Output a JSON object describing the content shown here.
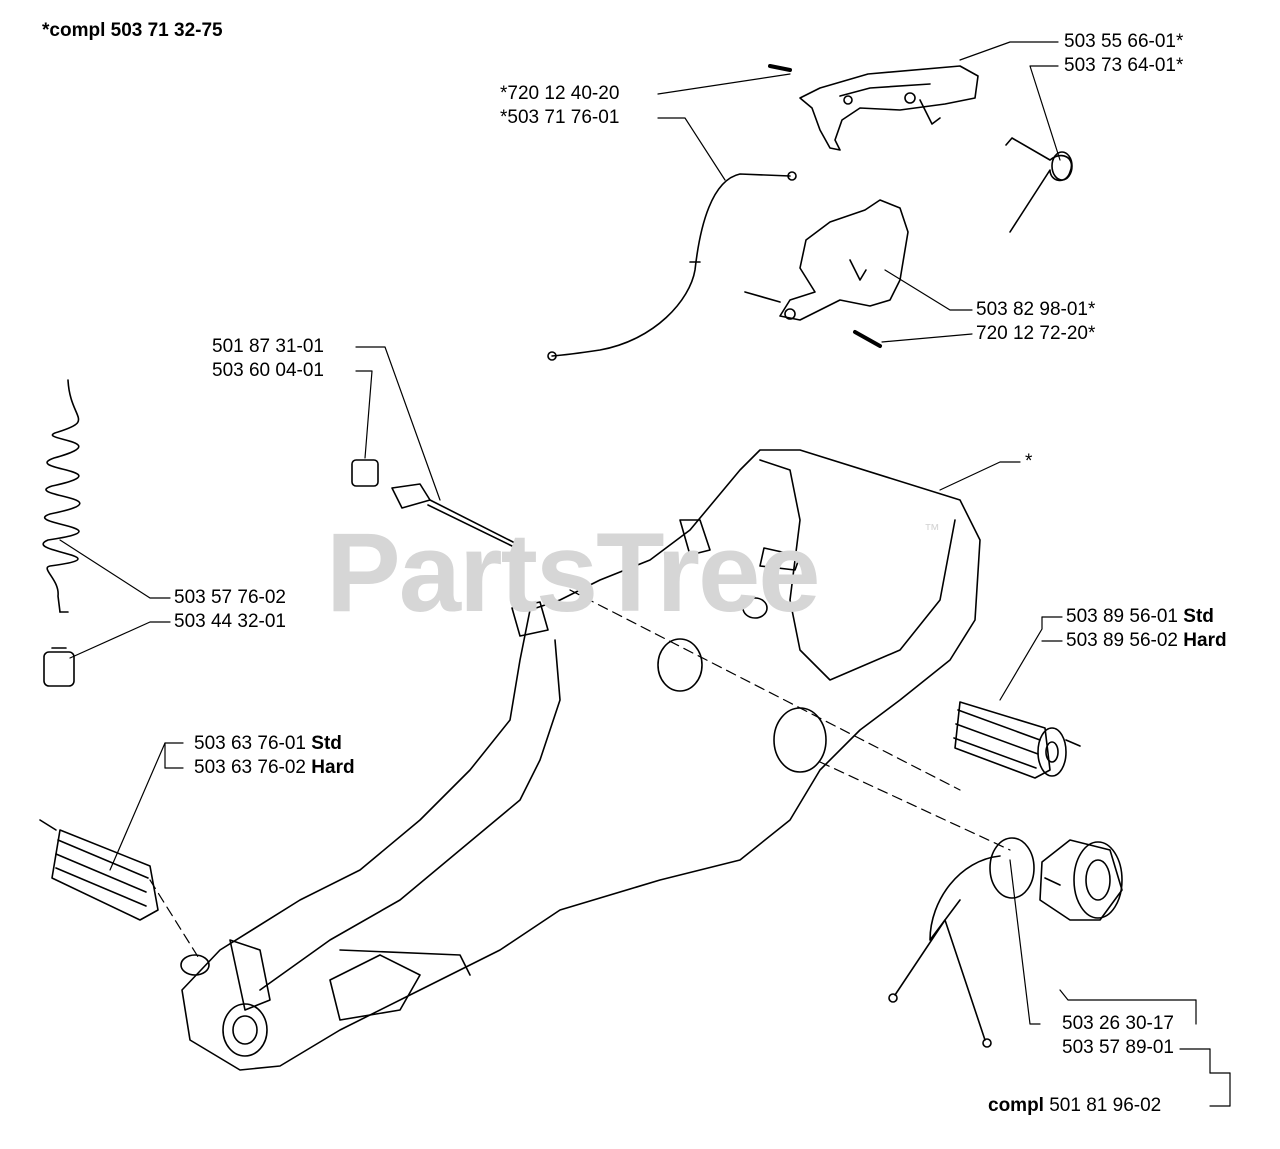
{
  "title": "*compl 503 71 32-75",
  "watermark": "PartsTree",
  "watermark_mark": "™",
  "labels": {
    "l1": "503 55 66-01*",
    "l2": "503 73 64-01*",
    "l3": "*720 12 40-20",
    "l4": "*503 71 76-01",
    "l5": "503 82 98-01*",
    "l6": "720 12 72-20*",
    "l7": "501 87 31-01",
    "l8": "503 60 04-01",
    "l9": "*",
    "l10": "503 57 76-02",
    "l11": "503 44 32-01",
    "l12": "503 89 56-01",
    "l12_suffix": "Std",
    "l13": "503 89 56-02",
    "l13_suffix": "Hard",
    "l14": "503 63 76-01",
    "l14_suffix": "Std",
    "l15": "503 63 76-02",
    "l15_suffix": "Hard",
    "l16": "503 26 30-17",
    "l17": "503 57 89-01",
    "l18_prefix": "compl",
    "l18": "501 81 96-02"
  },
  "colors": {
    "ink": "#000000",
    "watermark": "#d6d6d6",
    "background": "#ffffff"
  }
}
